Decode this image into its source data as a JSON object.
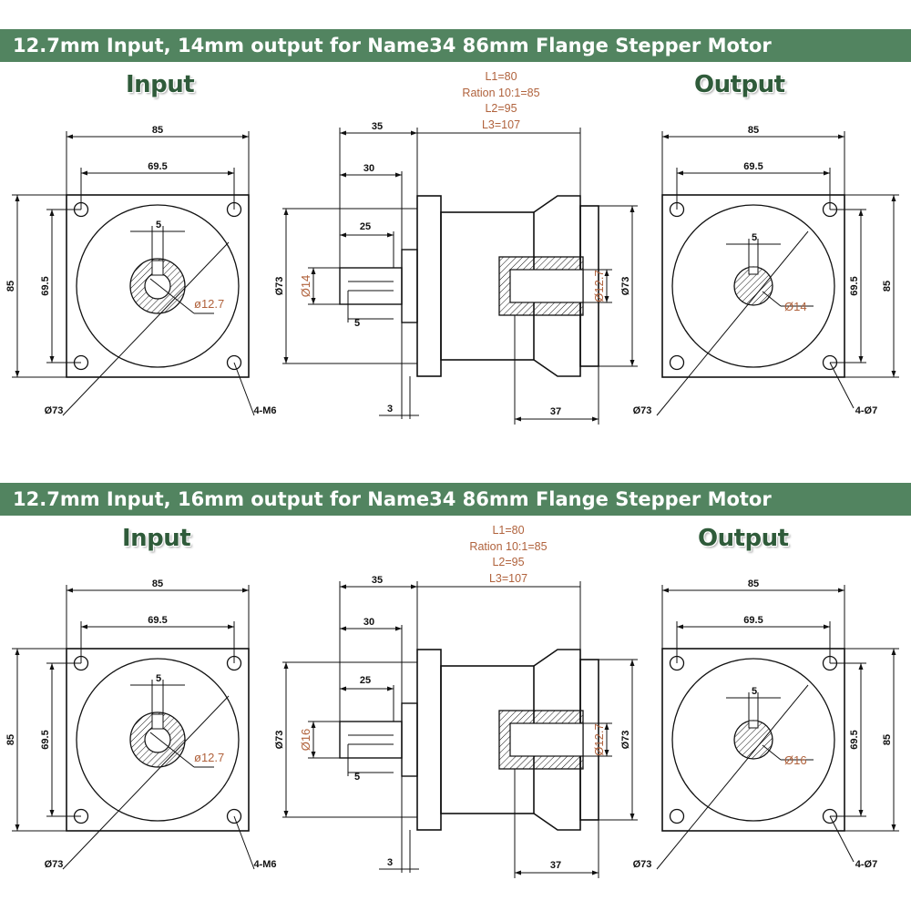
{
  "sections": [
    {
      "banner": "12.7mm Input, 14mm output for Name34 86mm Flange Stepper Motor",
      "input_heading": "Input",
      "output_heading": "Output",
      "specs": [
        "L1=80",
        "Ration 10:1=85",
        "L2=95",
        "L3=107"
      ],
      "input_view": {
        "width": "85",
        "hole_spacing": "69.5",
        "height": "85",
        "hole_spacing_v": "69.5",
        "key": "5",
        "bore": "ø12.7",
        "pilot": "Ø73",
        "holes": "4-M6"
      },
      "side_view": {
        "l35": "35",
        "l30": "30",
        "l25": "25",
        "shaft_dia": "Ø14",
        "key": "5",
        "pilot": "Ø73",
        "flange": "3",
        "bore": "Ø12.7",
        "body": "Ø73",
        "l37": "37"
      },
      "output_view": {
        "width": "85",
        "hole_spacing": "69.5",
        "height": "85",
        "hole_spacing_v": "69.5",
        "key": "5",
        "shaft": "Ø14",
        "pilot": "Ø73",
        "holes": "4-Ø7"
      }
    },
    {
      "banner": "12.7mm Input, 16mm output for Name34 86mm Flange Stepper Motor",
      "input_heading": "Input",
      "output_heading": "Output",
      "specs": [
        "L1=80",
        "Ration 10:1=85",
        "L2=95",
        "L3=107"
      ],
      "input_view": {
        "width": "85",
        "hole_spacing": "69.5",
        "height": "85",
        "hole_spacing_v": "69.5",
        "key": "5",
        "bore": "ø12.7",
        "pilot": "Ø73",
        "holes": "4-M6"
      },
      "side_view": {
        "l35": "35",
        "l30": "30",
        "l25": "25",
        "shaft_dia": "Ø16",
        "key": "5",
        "pilot": "Ø73",
        "flange": "3",
        "bore": "Ø12.7",
        "body": "Ø73",
        "l37": "37"
      },
      "output_view": {
        "width": "85",
        "hole_spacing": "69.5",
        "height": "85",
        "hole_spacing_v": "69.5",
        "key": "5",
        "shaft": "Ø16",
        "pilot": "Ø73",
        "holes": "4-Ø7"
      }
    }
  ]
}
